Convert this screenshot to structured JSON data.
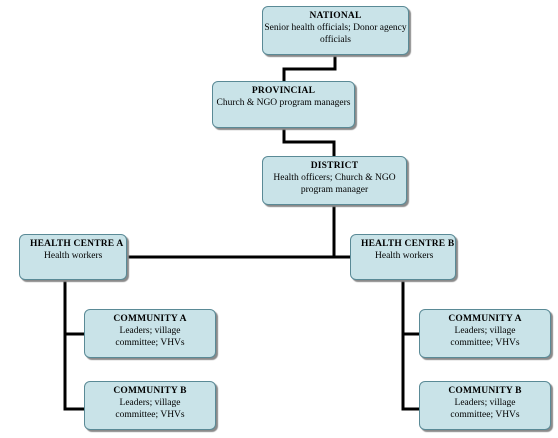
{
  "nodes": {
    "national": {
      "title": "NATIONAL",
      "text": "Senior health officials; Donor agency officials"
    },
    "provincial": {
      "title": "PROVINCIAL",
      "text": "Church & NGO program managers"
    },
    "district": {
      "title": "DISTRICT",
      "text": "Health officers; Church & NGO program manager"
    },
    "hc_a": {
      "title": "HEALTH CENTRE A",
      "text": "Health workers"
    },
    "hc_b": {
      "title": "HEALTH CENTRE B",
      "text": "Health workers"
    },
    "comm_a_left": {
      "title": "COMMUNITY A",
      "text": "Leaders; village committee; VHVs"
    },
    "comm_b_left": {
      "title": "COMMUNITY B",
      "text": "Leaders; village committee; VHVs"
    },
    "comm_a_right": {
      "title": "COMMUNITY A",
      "text": "Leaders; village committee; VHVs"
    },
    "comm_b_right": {
      "title": "COMMUNITY B",
      "text": "Leaders; village committee; VHVs"
    }
  },
  "colors": {
    "node_fill": "#c9e3e8",
    "node_border": "#5a8a96",
    "connector": "#000000"
  }
}
